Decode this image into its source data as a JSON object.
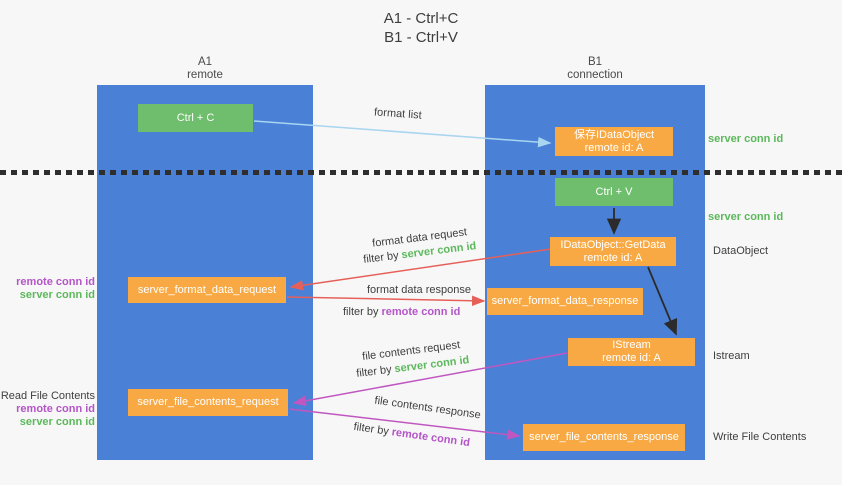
{
  "title": {
    "line1": "A1 - Ctrl+C",
    "line2": "B1 - Ctrl+V"
  },
  "lanes": {
    "left": {
      "id": "A1",
      "role": "remote"
    },
    "right": {
      "id": "B1",
      "role": "connection"
    }
  },
  "nodes": {
    "ctrl_c": {
      "label": "Ctrl + C"
    },
    "ctrl_v": {
      "label": "Ctrl + V"
    },
    "save_dataobject": {
      "line1": "保存IDataObject",
      "line2": "remote id: A"
    },
    "getdata": {
      "line1": "IDataObject::GetData",
      "line2": "remote id: A"
    },
    "istream": {
      "line1": "IStream",
      "line2": "remote id: A"
    },
    "format_request": {
      "label": "server_format_data_request"
    },
    "format_response": {
      "label": "server_format_data_response"
    },
    "file_request": {
      "label": "server_file_contents_request"
    },
    "file_response": {
      "label": "server_file_contents_response"
    }
  },
  "annotations": {
    "right": {
      "server_conn_id_1": "server conn id",
      "server_conn_id_2": "server conn id",
      "dataobject": "DataObject",
      "istream": "Istream",
      "write_file_contents": "Write File Contents"
    },
    "left": {
      "remote_conn_id_1": "remote conn id",
      "server_conn_id_1": "server conn id",
      "read_file_contents": "Read File Contents",
      "remote_conn_id_2": "remote conn id",
      "server_conn_id_2": "server conn id"
    }
  },
  "edges": {
    "format_list": {
      "label": "format list"
    },
    "format_data_request": {
      "label": "format data request",
      "filter_prefix": "filter by",
      "filter_key": "server conn id"
    },
    "format_data_response": {
      "label": "format data response",
      "filter_prefix": "filter by",
      "filter_key": "remote conn id"
    },
    "file_contents_request": {
      "label": "file contents request",
      "filter_prefix": "filter by",
      "filter_key": "server conn id"
    },
    "file_contents_response": {
      "label": "file contents response",
      "filter_prefix": "filter by",
      "filter_key": "remote conn id"
    }
  },
  "colors": {
    "lane_blue": "#4a80d5",
    "node_green": "#6fbe6d",
    "node_orange": "#f8a943",
    "arrow_light_blue": "#a8d5f0",
    "arrow_red": "#e66059",
    "arrow_magenta": "#c057c0",
    "arrow_black": "#2b2b2b",
    "text_green": "#5cb85c",
    "text_purple": "#b455c8",
    "text_dark": "#3f3f3f"
  }
}
